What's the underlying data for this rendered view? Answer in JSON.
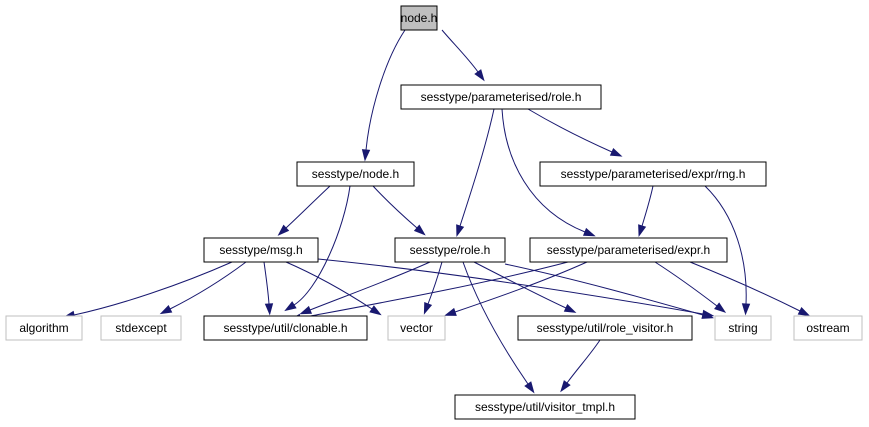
{
  "colors": {
    "edge": "#191970",
    "root_fill": "#bfbfbf",
    "node_border": "#000000",
    "external_border": "#bfbfbf",
    "background": "#ffffff"
  },
  "nodes": {
    "node_h": {
      "label": "node.h",
      "kind": "root"
    },
    "param_role": {
      "label": "sesstype/parameterised/role.h",
      "kind": "header"
    },
    "sess_node": {
      "label": "sesstype/node.h",
      "kind": "header"
    },
    "expr_rng": {
      "label": "sesstype/parameterised/expr/rng.h",
      "kind": "header"
    },
    "msg": {
      "label": "sesstype/msg.h",
      "kind": "header"
    },
    "role": {
      "label": "sesstype/role.h",
      "kind": "header"
    },
    "param_expr": {
      "label": "sesstype/parameterised/expr.h",
      "kind": "header"
    },
    "algorithm": {
      "label": "algorithm",
      "kind": "external"
    },
    "stdexcept": {
      "label": "stdexcept",
      "kind": "external"
    },
    "clonable": {
      "label": "sesstype/util/clonable.h",
      "kind": "header"
    },
    "vector": {
      "label": "vector",
      "kind": "external"
    },
    "role_visitor": {
      "label": "sesstype/util/role_visitor.h",
      "kind": "header"
    },
    "string": {
      "label": "string",
      "kind": "external"
    },
    "ostream": {
      "label": "ostream",
      "kind": "external"
    },
    "visitor_tmpl": {
      "label": "sesstype/util/visitor_tmpl.h",
      "kind": "header"
    }
  },
  "edges": [
    [
      "node_h",
      "param_role"
    ],
    [
      "node_h",
      "sess_node"
    ],
    [
      "param_role",
      "role"
    ],
    [
      "param_role",
      "param_expr"
    ],
    [
      "param_role",
      "expr_rng"
    ],
    [
      "sess_node",
      "msg"
    ],
    [
      "sess_node",
      "clonable"
    ],
    [
      "sess_node",
      "role"
    ],
    [
      "expr_rng",
      "param_expr"
    ],
    [
      "expr_rng",
      "string"
    ],
    [
      "msg",
      "algorithm"
    ],
    [
      "msg",
      "stdexcept"
    ],
    [
      "msg",
      "clonable"
    ],
    [
      "msg",
      "vector"
    ],
    [
      "msg",
      "string"
    ],
    [
      "role",
      "clonable"
    ],
    [
      "role",
      "vector"
    ],
    [
      "role",
      "role_visitor"
    ],
    [
      "role",
      "string"
    ],
    [
      "role",
      "visitor_tmpl"
    ],
    [
      "param_expr",
      "clonable"
    ],
    [
      "param_expr",
      "vector"
    ],
    [
      "param_expr",
      "string"
    ],
    [
      "param_expr",
      "ostream"
    ],
    [
      "role_visitor",
      "visitor_tmpl"
    ]
  ]
}
